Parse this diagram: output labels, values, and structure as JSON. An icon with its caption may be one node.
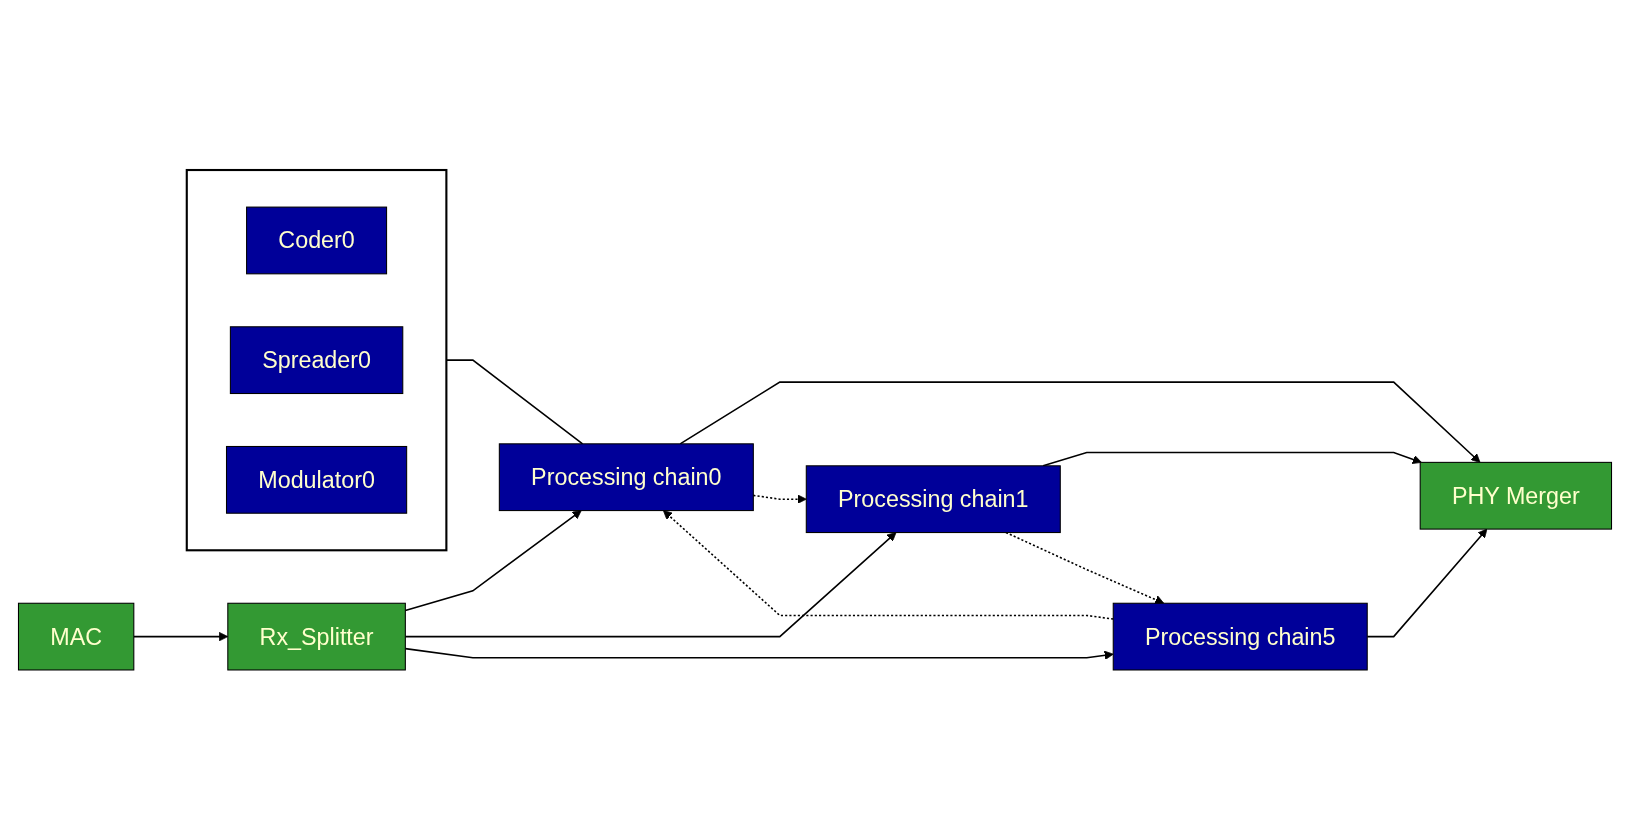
{
  "diagram": {
    "nodes": [
      {
        "text": [],
        "shape": "box"
      },
      {
        "text": [
          "Coder0"
        ],
        "in": 0
      },
      {
        "text": [
          "Spreader0"
        ],
        "in": 0
      },
      {
        "text": [
          "Modulator0"
        ],
        "in": 0
      },
      {
        "text": [
          "MAC"
        ]
      },
      {
        "text": [
          "Rx_Splitter"
        ]
      },
      {
        "text": [
          "Processing chain0"
        ]
      },
      {
        "text": [
          "Processing chain1"
        ]
      },
      {
        "text": [
          "Processing chain5"
        ]
      },
      {
        "text": [
          "PHY Merger"
        ]
      }
    ],
    "edges": [
      {
        "from": 0,
        "to": 6,
        "arrow": "none"
      },
      {
        "from": 4,
        "to": 5,
        "arrow": "to"
      },
      {
        "from": 5,
        "to": 6,
        "arrow": "to"
      },
      {
        "from": 5,
        "to": 7,
        "arrow": "to"
      },
      {
        "from": 5,
        "to": 8,
        "arrow": "to"
      },
      {
        "from": 6,
        "to": 9,
        "arrow": "to"
      },
      {
        "from": 7,
        "to": 9,
        "arrow": "to"
      },
      {
        "from": 8,
        "to": 9,
        "arrow": "to"
      },
      {
        "from": 6,
        "to": 7,
        "arrow": "to",
        "style": "dashed"
      },
      {
        "from": 7,
        "to": 8,
        "arrow": "to",
        "style": "dashed"
      },
      {
        "from": 8,
        "to": 6,
        "arrow": "to",
        "style": "dashed"
      }
    ]
  }
}
